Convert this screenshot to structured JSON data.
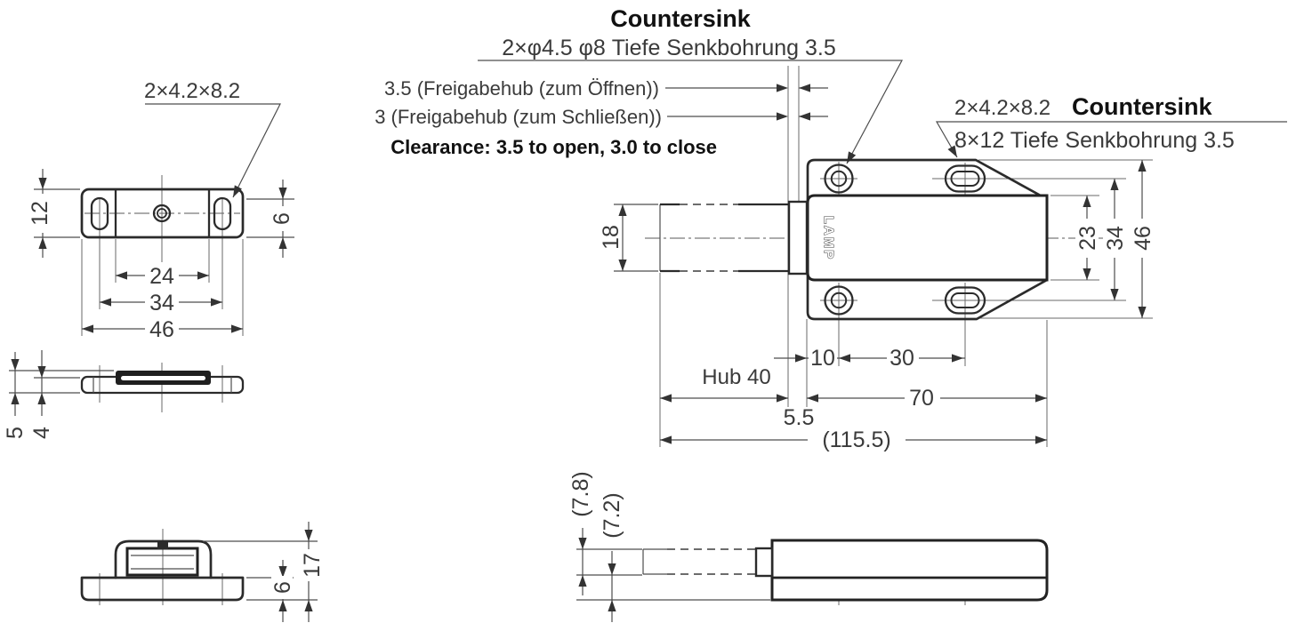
{
  "drawing": {
    "brand": "LAMP",
    "top_note": {
      "title": "Countersink",
      "detail": "2×φ4.5 φ8  Tiefe Senkbohrung 3.5"
    },
    "release_notes": {
      "open": "3.5 (Freigabehub (zum Öffnen))",
      "close": "3 (Freigabehub (zum Schließen))",
      "clearance": "Clearance: 3.5 to open, 3.0 to close"
    },
    "right_note": {
      "size": "2×4.2×8.2",
      "word": "Countersink",
      "detail": "8×12  Tiefe Senkbohrung 3.5"
    },
    "strike_top_view": {
      "slot_label": "2×4.2×8.2",
      "dim_height": "12",
      "dim_slot_offset": "6",
      "dim_hole_spacing": "24",
      "dim_slot_spacing": "34",
      "dim_width": "46"
    },
    "strike_side_view": {
      "dim_total": "5",
      "dim_plate": "4"
    },
    "strike_front_view": {
      "dim_height": "17",
      "dim_base": "6"
    },
    "main_view": {
      "dim_plunger": "18",
      "dim_body_height": "23",
      "dim_hole_spacing_v": "34",
      "dim_flange_height": "46",
      "dim_edge_offset": "10",
      "dim_hole_spacing_h": "30",
      "dim_stroke": "Hub 40",
      "dim_body_length": "70",
      "dim_gap": "5.5",
      "dim_total_length": "(115.5)"
    },
    "lower_side_view": {
      "dim_upper": "(7.8)",
      "dim_lower": "(7.2)"
    }
  }
}
